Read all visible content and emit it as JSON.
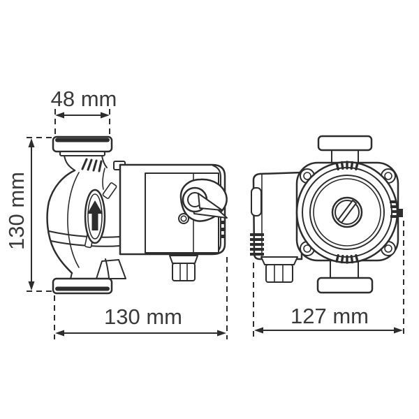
{
  "drawing": {
    "type": "technical-dimension-drawing",
    "subject": "circulation pump shown in side view and front view",
    "background_color": "#ffffff",
    "line_color": "#2d2d2d",
    "text_color": "#3a3a3a",
    "views": {
      "side": {
        "name": "side view",
        "features": [
          "top pipe flange nut",
          "bottom pipe flange nut",
          "pump volute",
          "flow-direction arrow badge",
          "motor terminal box",
          "speed selector knob",
          "screw",
          "cable gland"
        ]
      },
      "front": {
        "name": "front view",
        "features": [
          "top pipe flange nut",
          "bottom pipe flange nut",
          "round motor face",
          "central bleed screw",
          "four mounting bolts",
          "knurled rings",
          "terminal box",
          "cable gland"
        ]
      }
    },
    "dimensions": {
      "port_width": {
        "value": 48,
        "unit": "mm",
        "label": "48 mm",
        "orientation": "horizontal",
        "view": "side",
        "position": "top"
      },
      "height": {
        "value": 130,
        "unit": "mm",
        "label": "130 mm",
        "orientation": "vertical",
        "view": "side",
        "position": "left"
      },
      "length": {
        "value": 130,
        "unit": "mm",
        "label": "130 mm",
        "orientation": "horizontal",
        "view": "side",
        "position": "bottom"
      },
      "depth": {
        "value": 127,
        "unit": "mm",
        "label": "127 mm",
        "orientation": "horizontal",
        "view": "front",
        "position": "bottom"
      }
    },
    "icons": {
      "flow_arrow": {
        "name": "flow-direction-arrow",
        "meaning": "flow direction upward"
      }
    }
  }
}
